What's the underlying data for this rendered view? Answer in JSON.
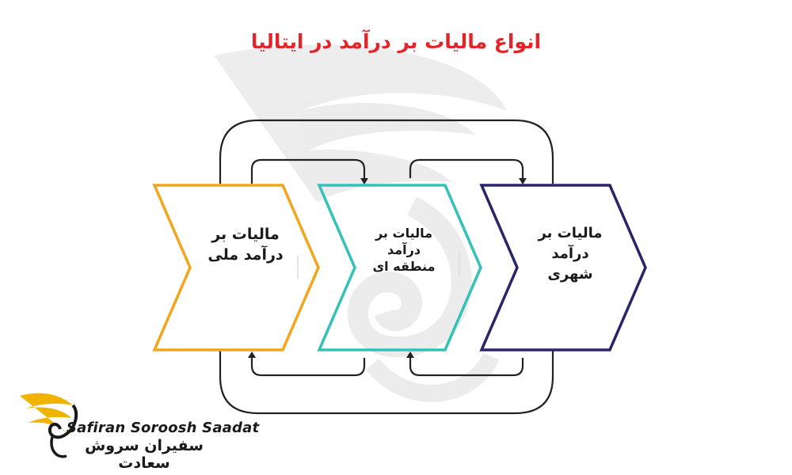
{
  "title": "انواع مالیات بر درآمد در ایتالیا",
  "colors": {
    "title": "#e0262b",
    "national": "#f2a51d",
    "regional": "#35c2b6",
    "municipal": "#2a2468",
    "connector": "#222222",
    "logo_gold": "#f0b400"
  },
  "boxes": {
    "national": {
      "lines": [
        "مالیات بر",
        "درآمد ملی"
      ]
    },
    "regional": {
      "lines": [
        "مالیات بر",
        "درآمد",
        "منطقه ای"
      ]
    },
    "municipal": {
      "lines": [
        "مالیات بر",
        "درآمد",
        "شهری"
      ]
    }
  },
  "brand": {
    "en": "Safiran Soroosh Saadat",
    "fa": "سفیران سروش سعادت"
  }
}
